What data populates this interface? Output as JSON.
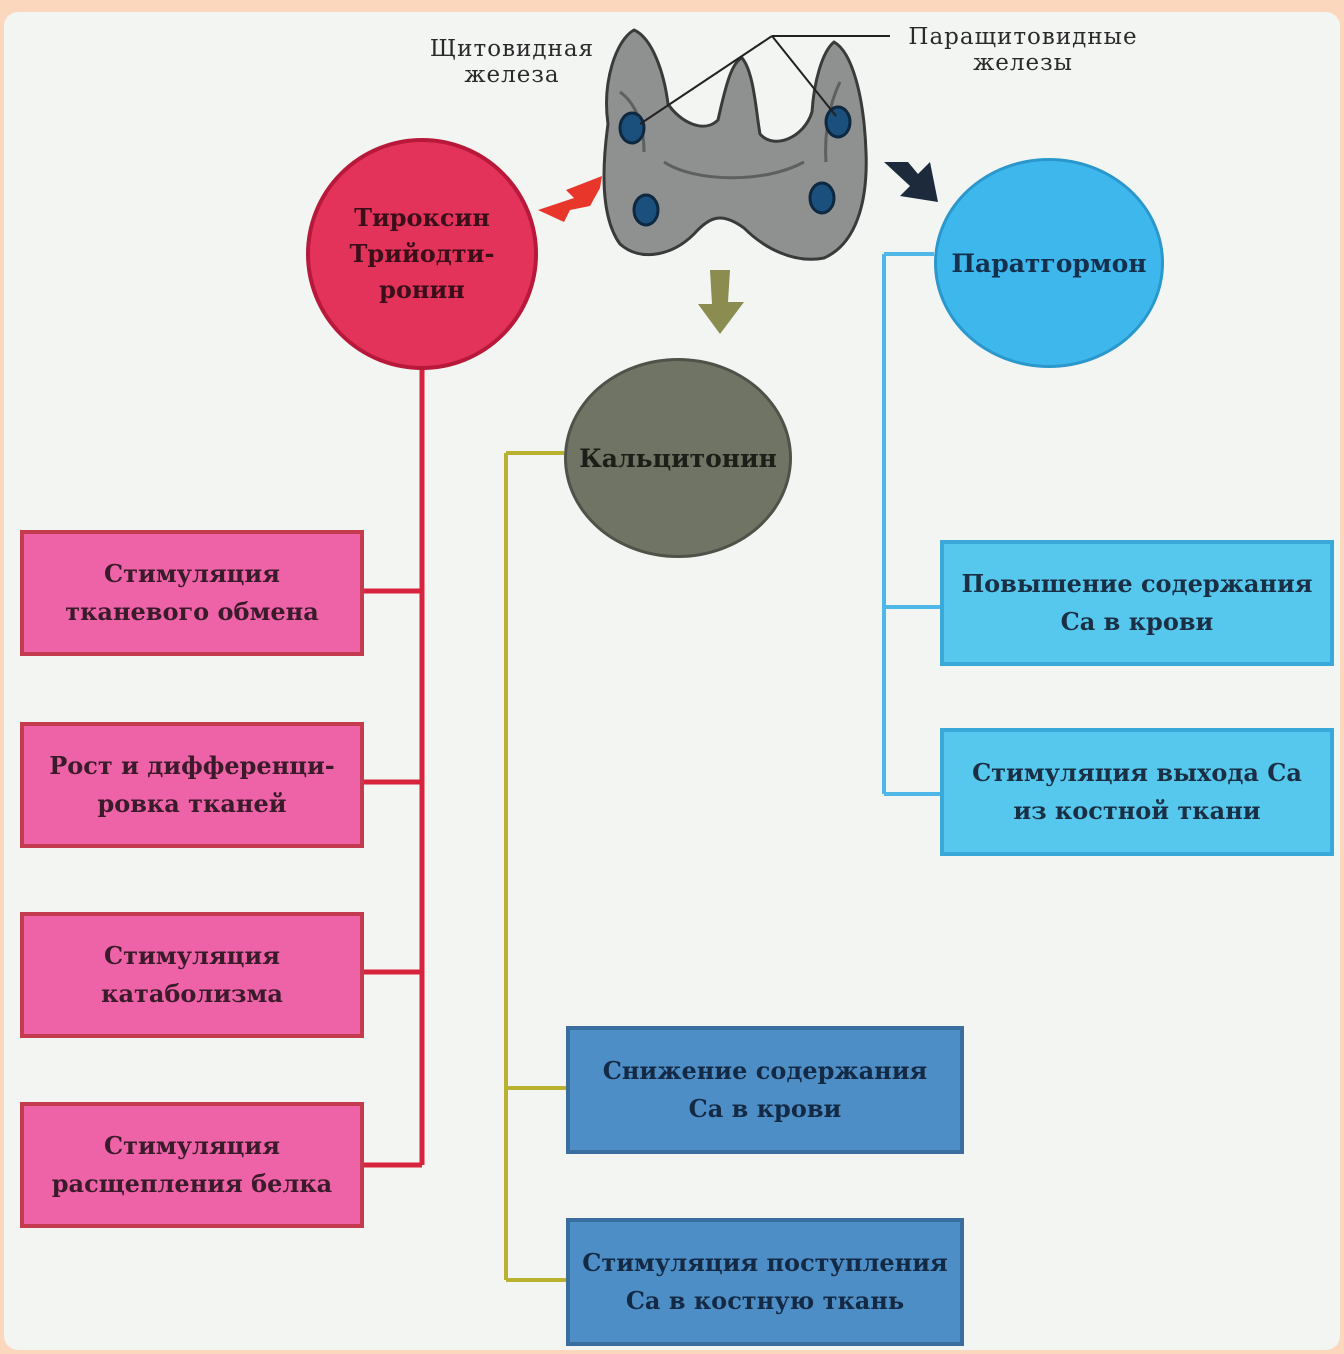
{
  "labels": {
    "thyroid": "Щитовидная\nжелеза",
    "parathyroid": "Паращитовидные\nжелезы"
  },
  "hormones": {
    "thyroxine": "Тироксин\nТрийодти-\nронин",
    "calcitonin": "Кальцитонин",
    "parathormone": "Паратгормон"
  },
  "thyroxine_effects": [
    "Стимуляция\nтканевого обмена",
    "Рост и дифференци-\nровка тканей",
    "Стимуляция\nкатаболизма",
    "Стимуляция\nрасщепления белка"
  ],
  "calcitonin_effects": [
    "Снижение содержания\nСа в крови",
    "Стимуляция поступления\nСа в костную ткань"
  ],
  "parathormone_effects": [
    "Повышение содержания\nСа в крови",
    "Стимуляция выхода Са\nиз костной ткани"
  ],
  "colors": {
    "thyroxine": "#e3335a",
    "calcitonin": "#6f7464",
    "parathormone": "#3eb8ec",
    "thyroxine_line": "#d8233d",
    "calcitonin_line": "#b9b231",
    "parathormone_line": "#4fb8e8"
  }
}
